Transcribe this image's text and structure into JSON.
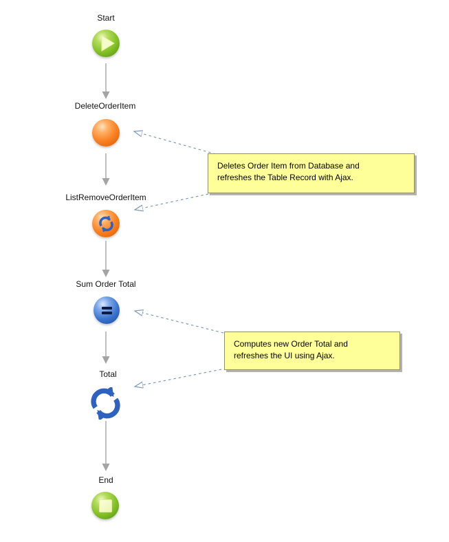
{
  "diagram": {
    "nodes": [
      {
        "id": "start",
        "label": "Start",
        "icon": "start-play-icon"
      },
      {
        "id": "delete-order-item",
        "label": "DeleteOrderItem",
        "icon": "orange-sphere-icon"
      },
      {
        "id": "list-remove-order-item",
        "label": "ListRemoveOrderItem",
        "icon": "orange-refresh-sphere-icon"
      },
      {
        "id": "sum-order-total",
        "label": "Sum Order Total",
        "icon": "blue-equals-sphere-icon"
      },
      {
        "id": "total",
        "label": "Total",
        "icon": "blue-refresh-icon"
      },
      {
        "id": "end",
        "label": "End",
        "icon": "end-stop-icon"
      }
    ],
    "callouts": [
      {
        "line1": "Deletes Order Item from Database and",
        "line2": "refreshes the Table Record with Ajax."
      },
      {
        "line1": "Computes new Order Total and",
        "line2": "refreshes the UI using Ajax."
      }
    ],
    "colors": {
      "node_green": "#76b222",
      "node_orange": "#f47c1e",
      "node_blue": "#2e6bc6",
      "callout_bg": "#ffff99",
      "callout_border": "#8f8f62",
      "connector_blue": "#7b98ba",
      "flow_arrow_gray": "#ababab"
    }
  }
}
